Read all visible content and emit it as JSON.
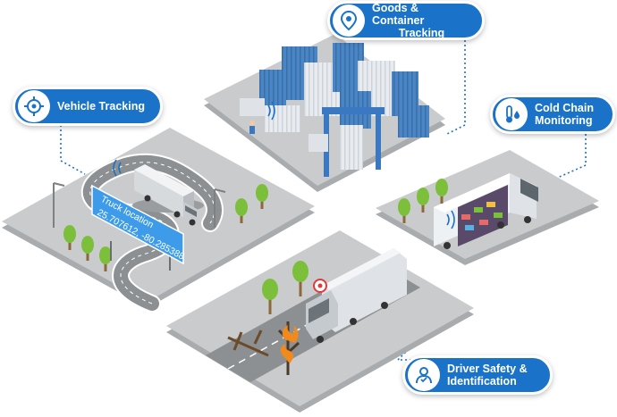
{
  "labels": {
    "vehicle_tracking": "Vehicle Tracking",
    "goods_line1": "Goods & Container",
    "goods_line2": "Tracking",
    "cold_line1": "Cold Chain",
    "cold_line2": "Monitoring",
    "driver_line1": "Driver Safety &",
    "driver_line2": "Identification"
  },
  "screen": {
    "line1": "Truck location",
    "line2": "25.707612, -80.285388"
  },
  "icons": {
    "vehicle_tracking": "target-icon",
    "goods": "location-pin-icon",
    "cold": "thermometer-drop-icon",
    "driver": "driver-id-icon"
  },
  "colors": {
    "accent": "#1a73c8",
    "platform": "#c9cbcd",
    "road": "#8d9092",
    "container_blue": "#4a86c5",
    "tree": "#7bbf3a"
  }
}
